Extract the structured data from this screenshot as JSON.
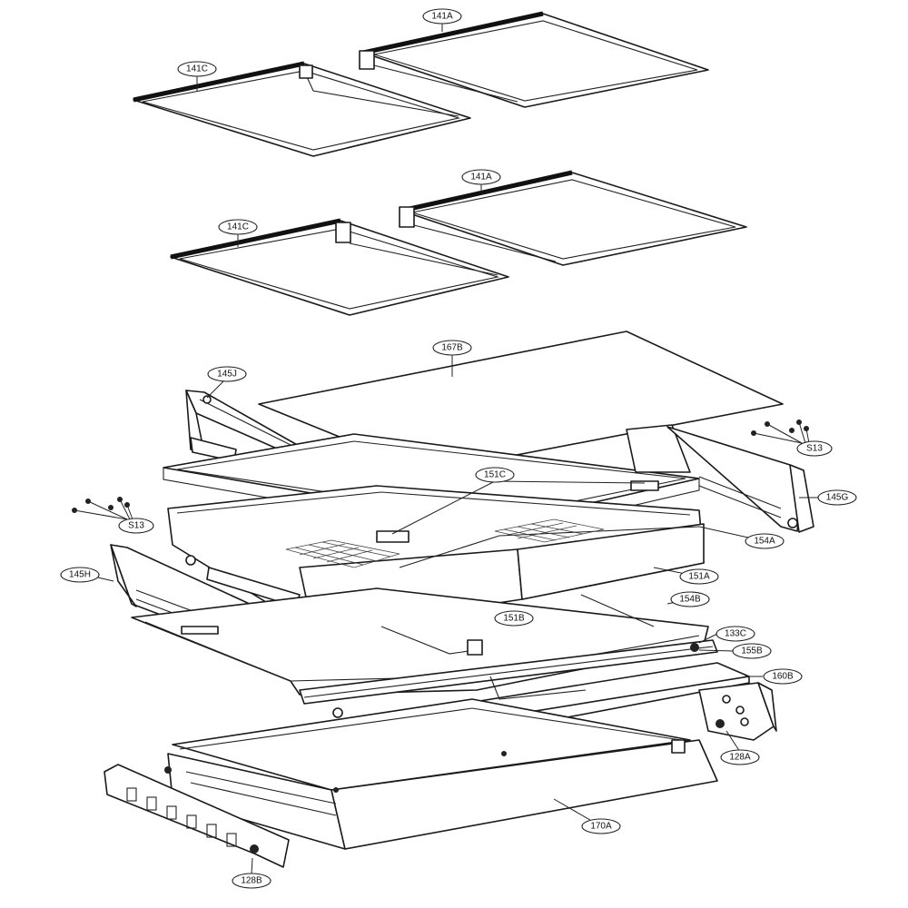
{
  "callouts": {
    "c141c_top": "141C",
    "c141a_top": "141A",
    "c141c_mid": "141C",
    "c141a_mid": "141A",
    "c167b": "167B",
    "c145j": "145J",
    "c151c": "151C",
    "cs13_right": "S13",
    "cs13_left": "S13",
    "c145g": "145G",
    "c154a": "154A",
    "c145h": "145H",
    "c151a": "151A",
    "c154b": "154B",
    "c151b": "151B",
    "c133c": "133C",
    "c155b": "155B",
    "c160b": "160B",
    "c128a": "128A",
    "c170a": "170A",
    "c128b": "128B"
  }
}
